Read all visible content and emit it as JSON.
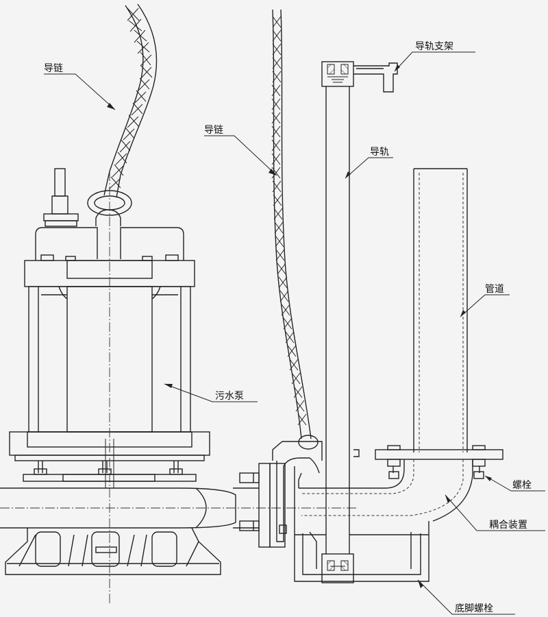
{
  "labels": {
    "guide_chain_left": "导链",
    "guide_chain_right": "导链",
    "guide_rail_bracket": "导轨支架",
    "guide_rail": "导轨",
    "pipe": "管道",
    "sewage_pump": "污水泵",
    "bolt": "螺栓",
    "coupling_device": "耦合装置",
    "foot_bolt": "底脚螺栓"
  }
}
